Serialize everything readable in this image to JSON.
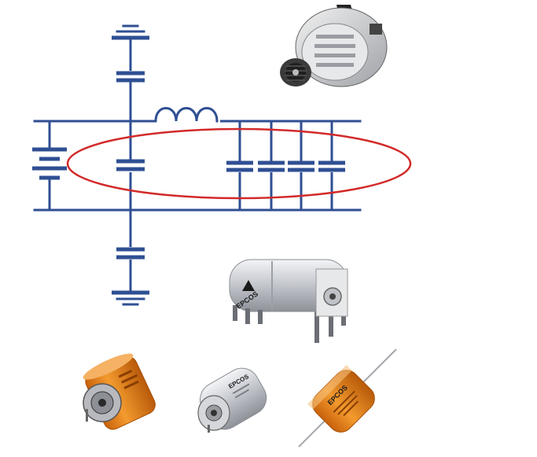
{
  "colors": {
    "circuit": "#2f4f93",
    "highlight": "#d22a2a",
    "aluminum": "#c8cbd0",
    "orange_sleeve": "#f08a1c"
  },
  "circuit": {
    "components": [
      "ground-symbol",
      "capacitor",
      "inductor",
      "battery",
      "capacitor-bank"
    ]
  },
  "products": {
    "large_capacitor": {
      "brand": "EPCOS"
    },
    "small_silver_capacitor": {
      "brand": "EPCOS"
    },
    "axial_capacitor": {
      "brand": "EPCOS"
    },
    "orange_capacitor": {
      "brand": ""
    }
  },
  "icons": [
    "alternator-icon",
    "capacitor-icon",
    "ground-icon",
    "inductor-icon",
    "battery-icon"
  ]
}
